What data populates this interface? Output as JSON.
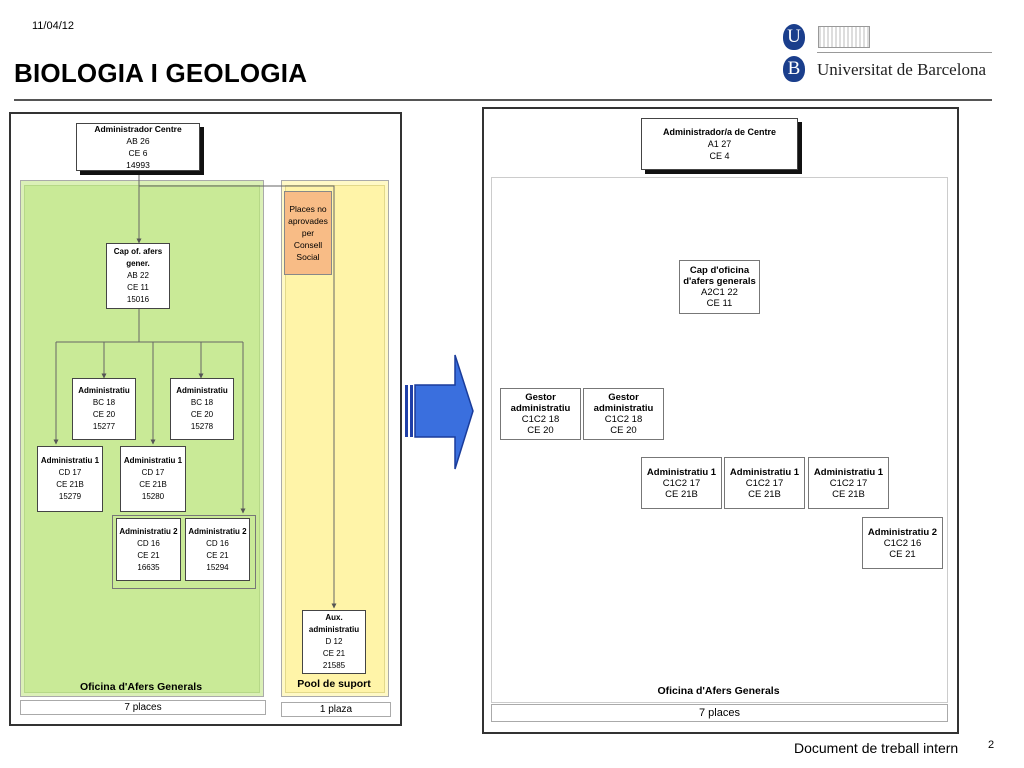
{
  "header": {
    "date": "11/04/12",
    "title": "BIOLOGIA I GEOLOGIA"
  },
  "logo": {
    "letter_u": "U",
    "letter_b": "B",
    "name": "Universitat de Barcelona"
  },
  "footer": {
    "doc": "Document de treball intern",
    "page": "2"
  },
  "left": {
    "admin_centre": [
      "Administrador Centre",
      "AB 26",
      "CE 6",
      "14993"
    ],
    "cap": [
      "Cap of. afers",
      "gener.",
      "AB 22",
      "CE 11",
      "15016"
    ],
    "adm_a": [
      "Administratiu",
      "BC 18",
      "CE 20",
      "15277"
    ],
    "adm_b": [
      "Administratiu",
      "BC 18",
      "CE 20",
      "15278"
    ],
    "adm1_a": [
      "Administratiu 1",
      "CD 17",
      "CE 21B",
      "15279"
    ],
    "adm1_b": [
      "Administratiu 1",
      "CD 17",
      "CE 21B",
      "15280"
    ],
    "adm2_a": [
      "Administratiu 2",
      "CD 16",
      "CE 21",
      "16635"
    ],
    "adm2_b": [
      "Administratiu 2",
      "CD 16",
      "CE 21",
      "15294"
    ],
    "places_no": [
      "Places no",
      "aprovades",
      "per",
      "Consell",
      "Social"
    ],
    "aux": [
      "Aux.",
      "administratiu",
      "D 12",
      "CE 21",
      "21585"
    ],
    "oficina_label": "Oficina d'Afers Generals",
    "pool_label": "Pool de suport",
    "places_count": "7 places",
    "plaza_count": "1 plaza"
  },
  "right": {
    "admin_centre": [
      "Administrador/a de Centre",
      "A1 27",
      "CE 4"
    ],
    "cap": [
      "Cap d'oficina",
      "d'afers generals",
      "A2C1 22",
      "CE 11"
    ],
    "gestor_a": [
      "Gestor",
      "administratiu",
      "C1C2 18",
      "CE 20"
    ],
    "gestor_b": [
      "Gestor",
      "administratiu",
      "C1C2 18",
      "CE 20"
    ],
    "adm1_a": [
      "Administratiu 1",
      "C1C2 17",
      "CE 21B"
    ],
    "adm1_b": [
      "Administratiu 1",
      "C1C2 17",
      "CE 21B"
    ],
    "adm1_c": [
      "Administratiu 1",
      "C1C2 17",
      "CE 21B"
    ],
    "adm2": [
      "Administratiu 2",
      "C1C2 16",
      "CE 21"
    ],
    "oficina_label": "Oficina d'Afers Generals",
    "places_count": "7 places"
  }
}
